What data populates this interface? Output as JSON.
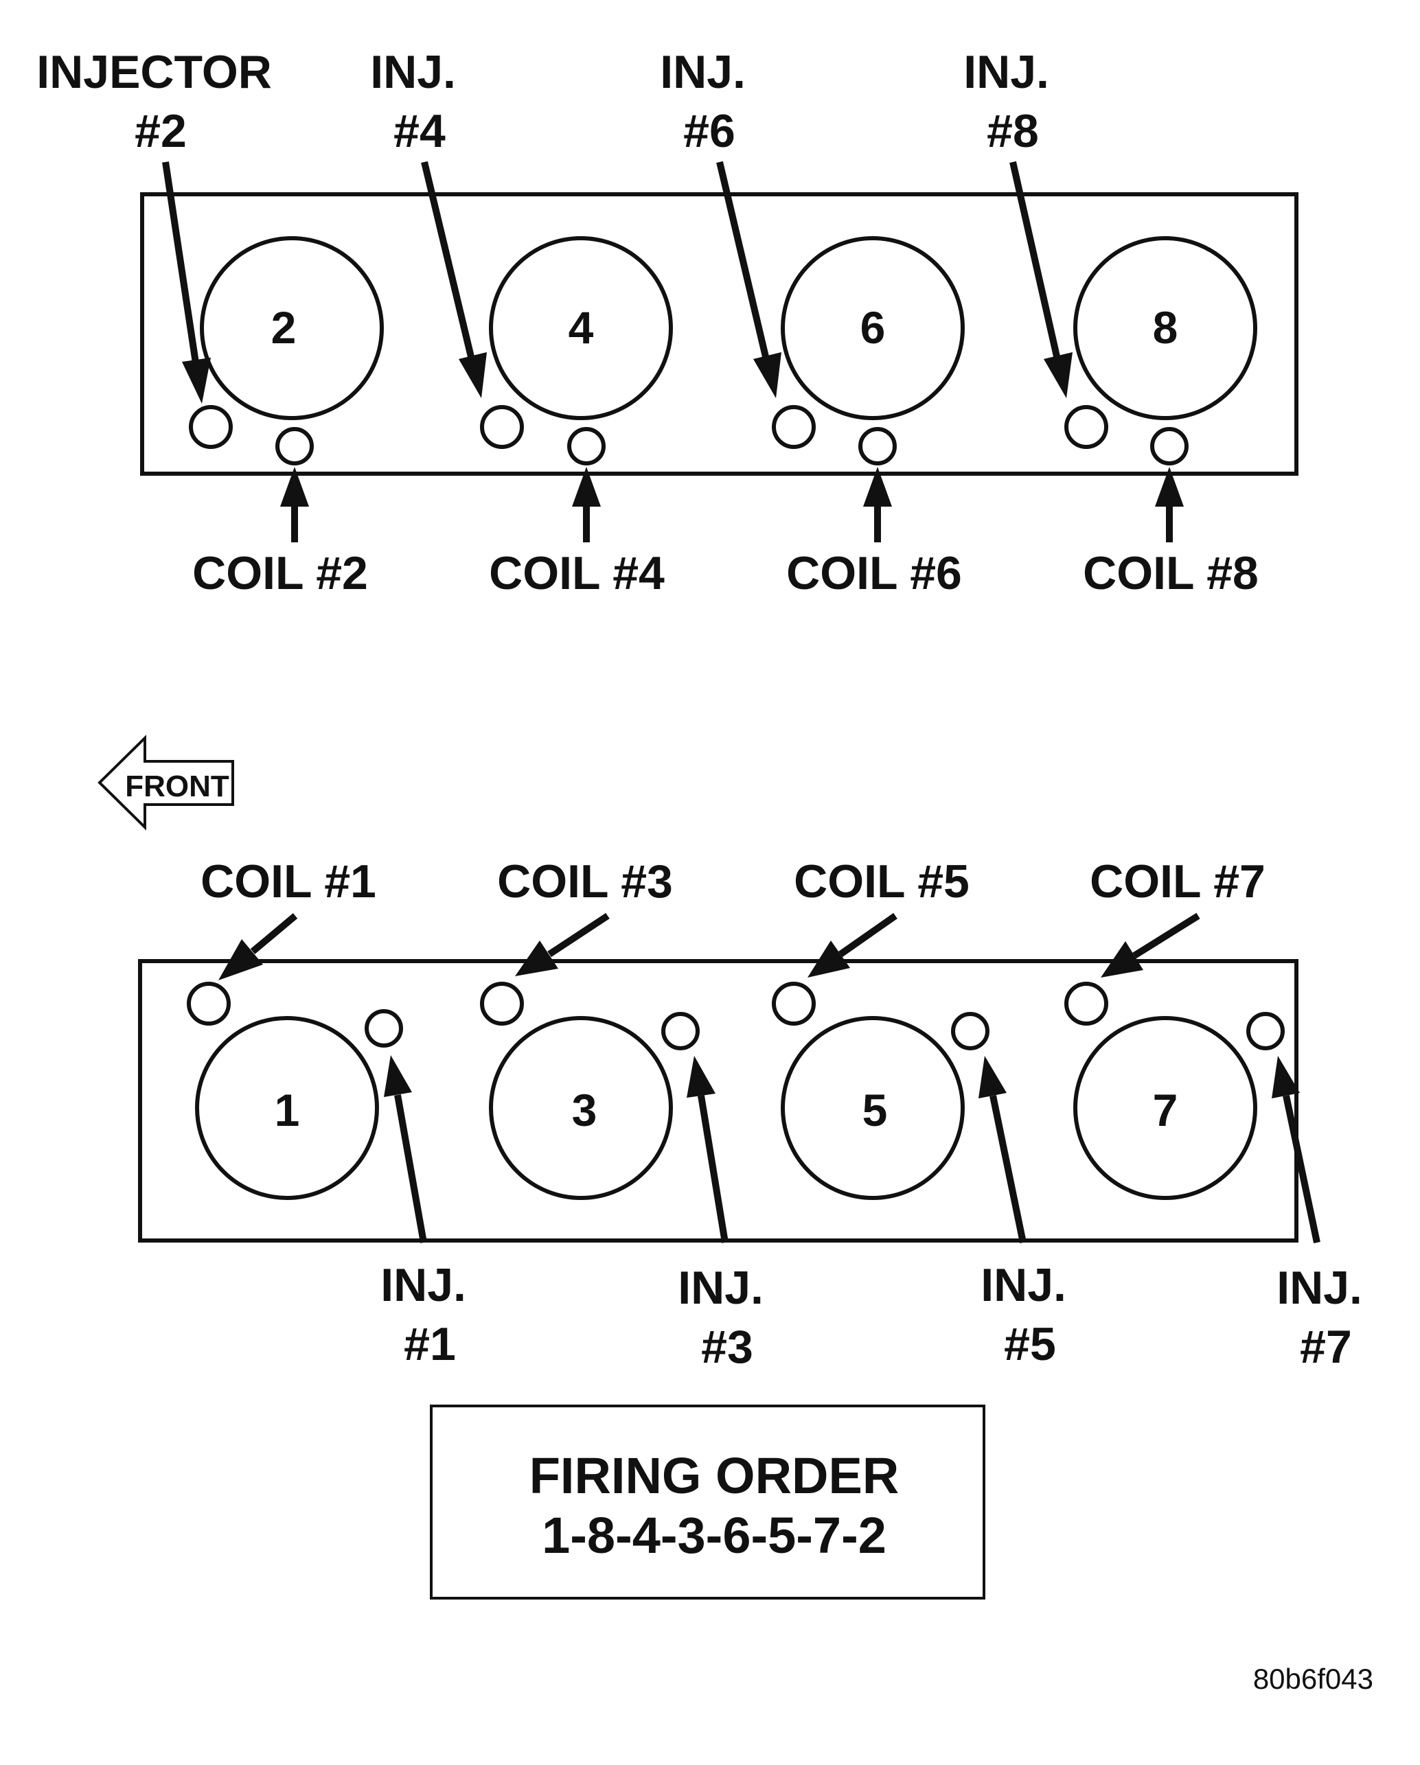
{
  "top_bank": {
    "cylinders": [
      "2",
      "4",
      "6",
      "8"
    ],
    "injector_labels": [
      {
        "line1": "INJECTOR",
        "line2": "#2"
      },
      {
        "line1": "INJ.",
        "line2": "#4"
      },
      {
        "line1": "INJ.",
        "line2": "#6"
      },
      {
        "line1": "INJ.",
        "line2": "#8"
      }
    ],
    "coil_labels": [
      "COIL #2",
      "COIL #4",
      "COIL #6",
      "COIL #8"
    ]
  },
  "front_indicator": {
    "label": "FRONT"
  },
  "bottom_bank": {
    "cylinders": [
      "1",
      "3",
      "5",
      "7"
    ],
    "coil_labels": [
      "COIL #1",
      "COIL #3",
      "COIL #5",
      "COIL #7"
    ],
    "injector_labels": [
      {
        "line1": "INJ.",
        "line2": "#1"
      },
      {
        "line1": "INJ.",
        "line2": "#3"
      },
      {
        "line1": "INJ.",
        "line2": "#5"
      },
      {
        "line1": "INJ.",
        "line2": "#7"
      }
    ]
  },
  "firing_order": {
    "title": "FIRING ORDER",
    "sequence": "1-8-4-3-6-5-7-2"
  },
  "figure_code": "80b6f043",
  "colors": {
    "ink": "#111111",
    "background": "#ffffff"
  }
}
